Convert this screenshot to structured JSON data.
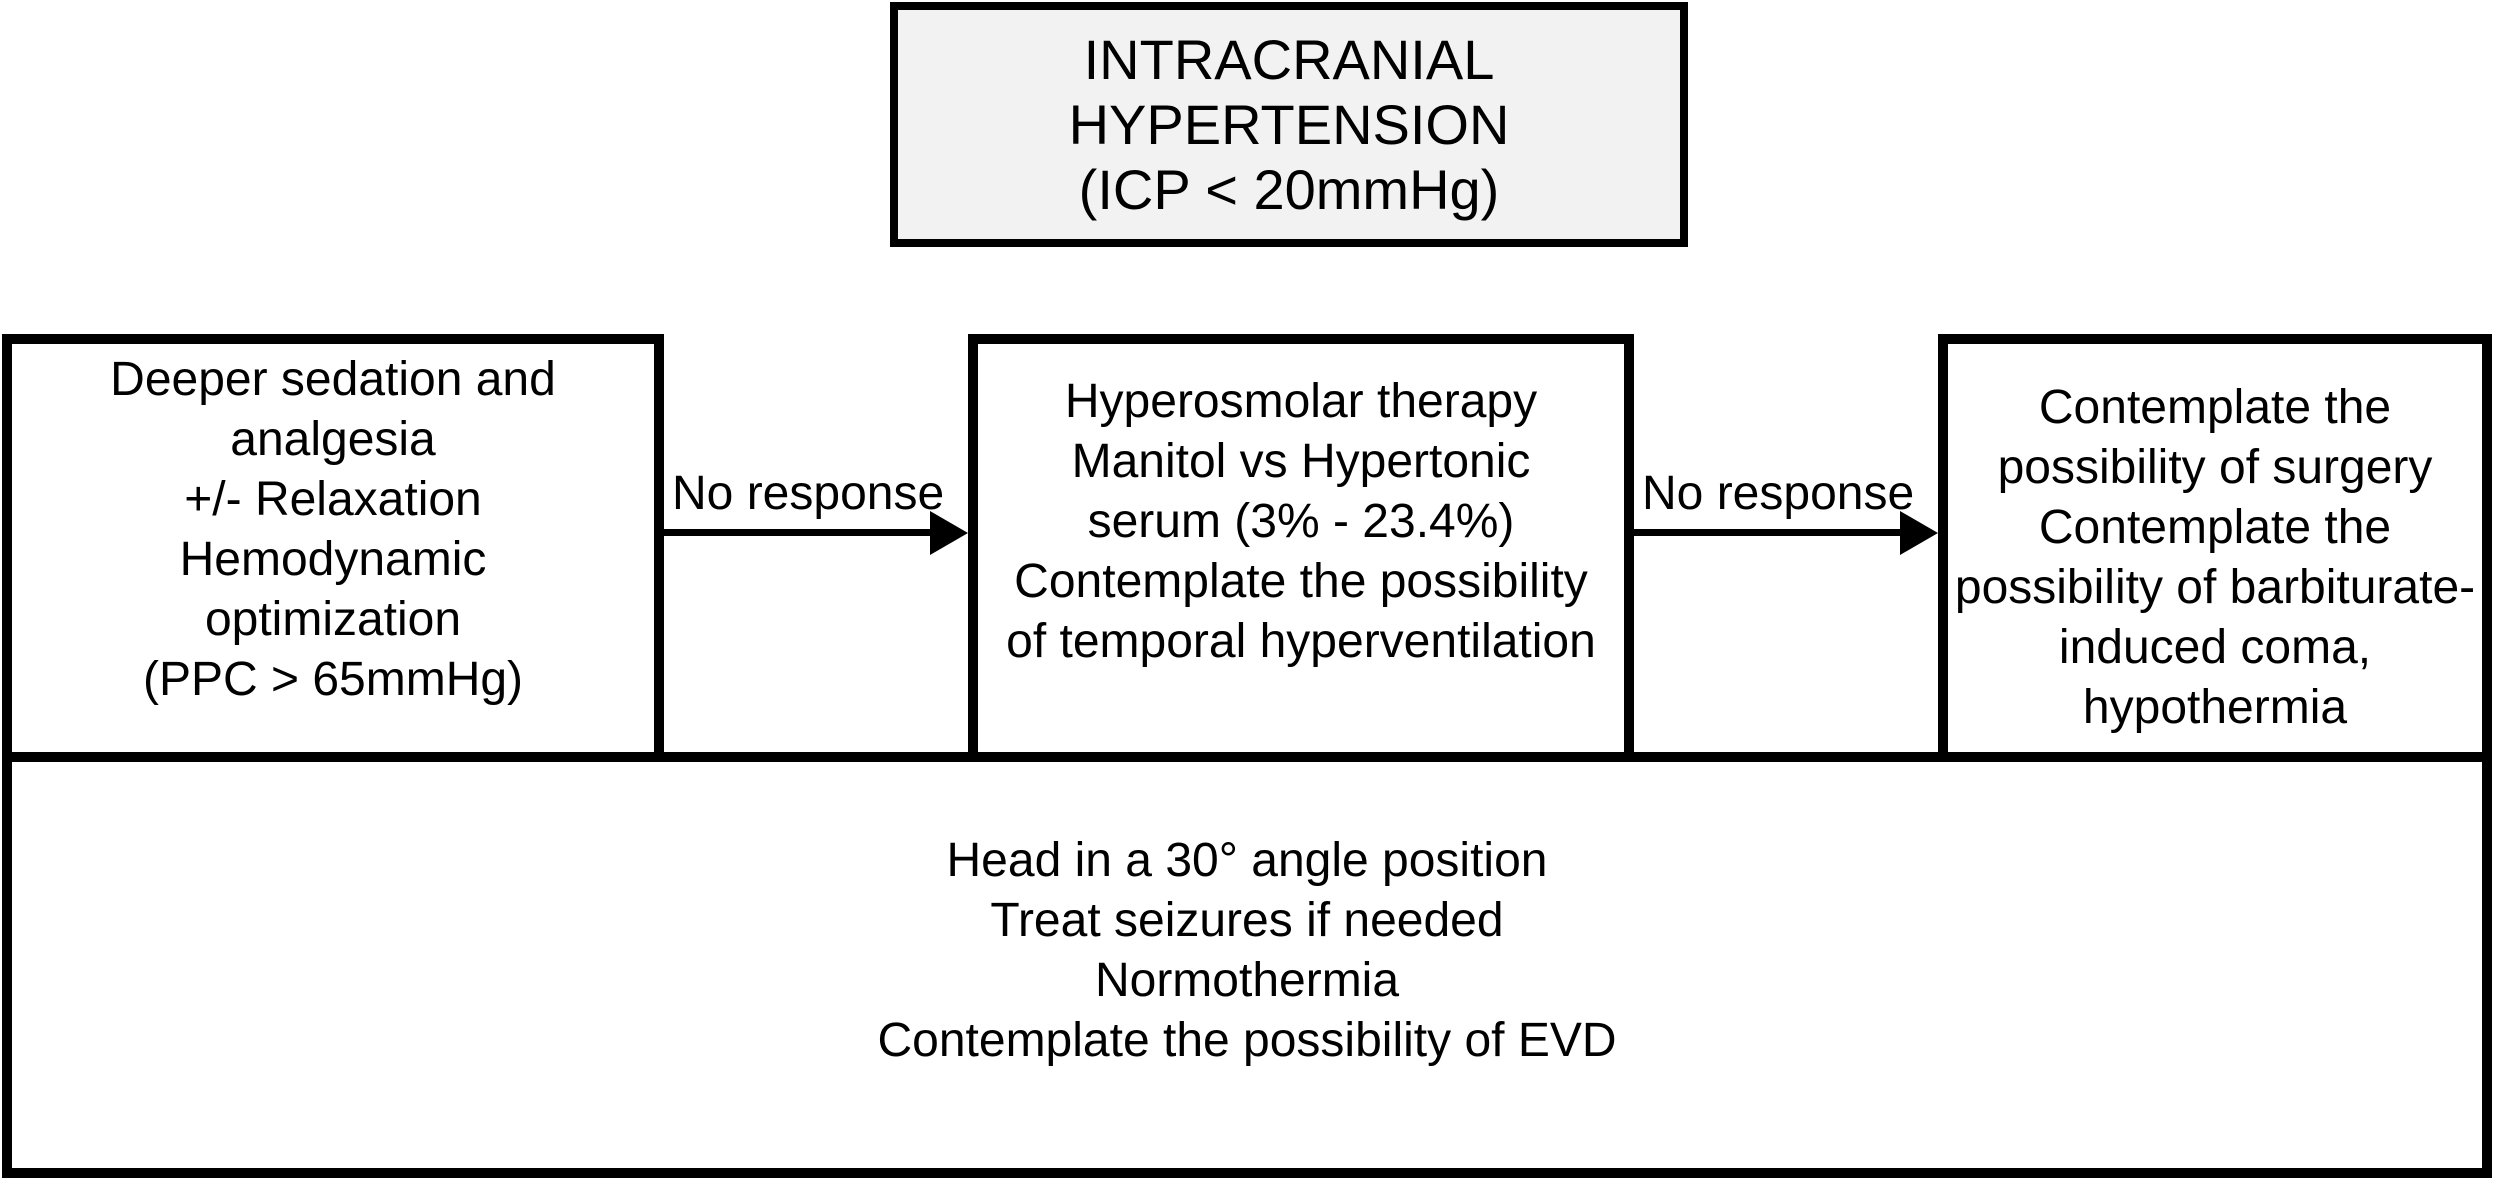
{
  "diagram": {
    "title_box": {
      "lines": [
        "INTRACRANIAL",
        "HYPERTENSION",
        "(ICP < 20mmHg)"
      ]
    },
    "step_boxes": [
      {
        "id": "sedation",
        "lines": [
          "Deeper sedation and",
          "analgesia",
          "+/- Relaxation",
          "Hemodynamic",
          "optimization",
          "(PPC > 65mmHg)"
        ]
      },
      {
        "id": "hyperosmolar",
        "lines": [
          "Hyperosmolar therapy",
          "Manitol vs Hypertonic",
          "serum (3% - 23.4%)",
          "Contemplate the possibility",
          "of temporal hyperventilation"
        ]
      },
      {
        "id": "surgery",
        "lines": [
          "Contemplate the",
          "possibility of surgery",
          "Contemplate the",
          "possibility of barbiturate-",
          "induced coma,",
          "hypothermia"
        ]
      }
    ],
    "arrows": [
      {
        "label": "No response"
      },
      {
        "label": "No response"
      }
    ],
    "base_box": {
      "lines": [
        "Head in a 30° angle position",
        "Treat seizures if needed",
        "Normothermia",
        "Contemplate the possibility of EVD"
      ]
    },
    "colors": {
      "border": "#000000",
      "title_fill": "#f2f2f2",
      "box_fill": "#ffffff",
      "text": "#000000"
    }
  }
}
